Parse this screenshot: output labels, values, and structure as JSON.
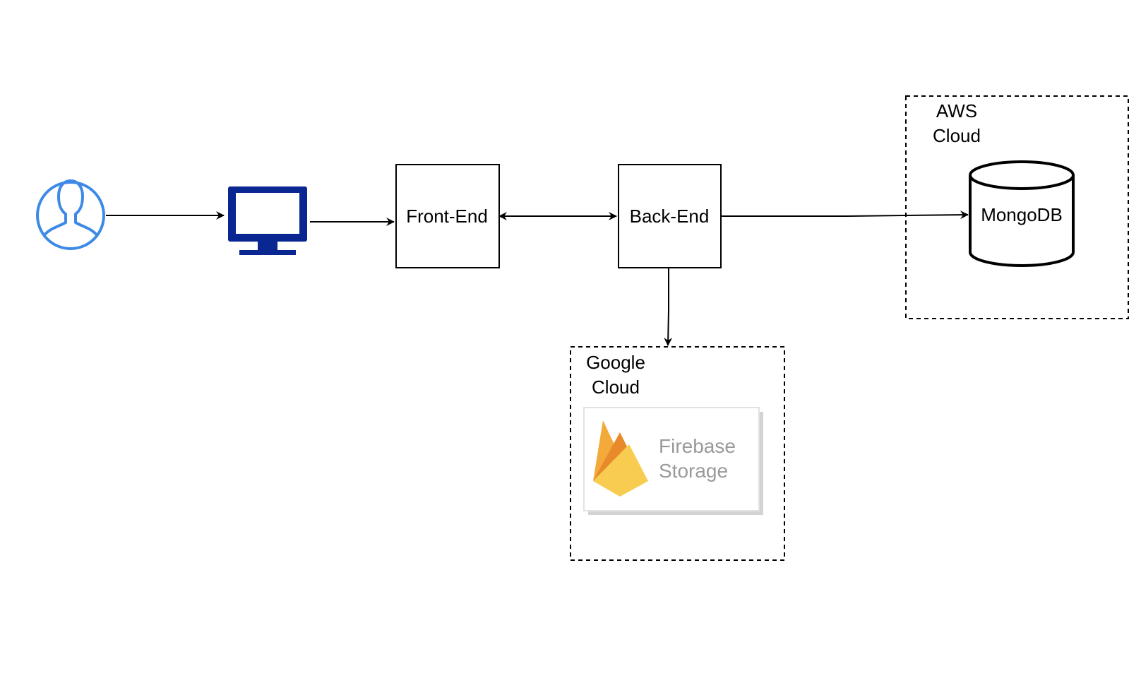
{
  "nodes": {
    "user": {
      "icon": "user-circle-icon",
      "color": "#3d8ae6"
    },
    "computer": {
      "icon": "desktop-monitor-icon",
      "color": "#0a2690"
    },
    "front_end": {
      "label": "Front-End"
    },
    "back_end": {
      "label": "Back-End"
    },
    "mongodb": {
      "label": "MongoDB",
      "icon": "database-cylinder-icon"
    },
    "firebase": {
      "icon": "firebase-flame-icon",
      "label_line1": "Firebase",
      "label_line2": "Storage",
      "colors": {
        "dark": "#e88a2a",
        "mid": "#f4a93b",
        "light": "#f8cc50"
      }
    }
  },
  "containers": {
    "aws": {
      "label_line1": "AWS",
      "label_line2": "Cloud"
    },
    "google": {
      "label_line1": "Google",
      "label_line2": "Cloud"
    }
  },
  "edges": [
    {
      "from": "user",
      "to": "computer",
      "direction": "one-way"
    },
    {
      "from": "computer",
      "to": "front_end",
      "direction": "one-way"
    },
    {
      "from": "front_end",
      "to": "back_end",
      "direction": "two-way"
    },
    {
      "from": "back_end",
      "to": "mongodb",
      "direction": "one-way"
    },
    {
      "from": "back_end",
      "to": "firebase",
      "direction": "one-way"
    }
  ]
}
